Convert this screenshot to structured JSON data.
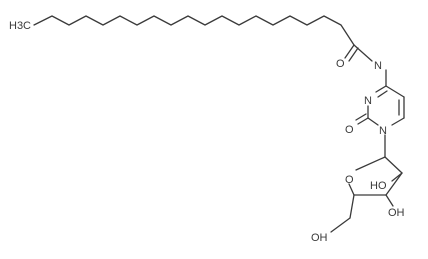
{
  "molecule": {
    "atoms": {
      "methyl": "H3C",
      "amide_oxygen": "O",
      "amide_nitrogen": "N",
      "ring_n3": "N",
      "ring_n1": "N",
      "carbonyl_oxygen": "O",
      "ring_oxygen": "O",
      "hydroxyl_2": "HO",
      "hydroxyl_3": "OH",
      "hydroxyl_5": "OH"
    }
  },
  "colors": {
    "bond": "#3a3a3a",
    "label": "#3a3a3a",
    "background": "#ffffff"
  }
}
